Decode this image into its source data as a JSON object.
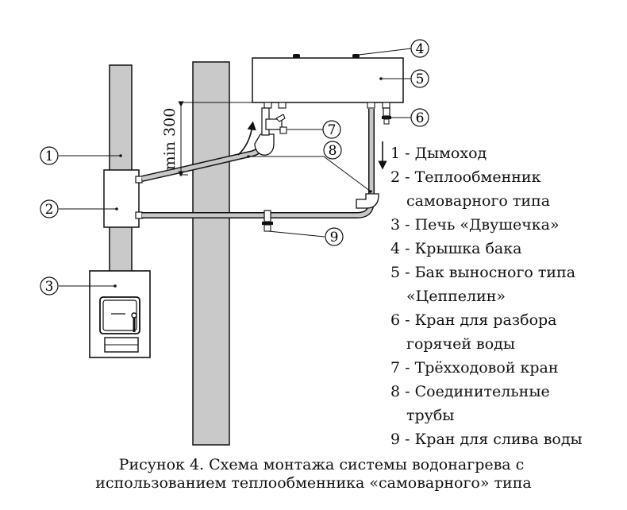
{
  "markers": [
    "1",
    "2",
    "3",
    "4",
    "5",
    "6",
    "7",
    "8",
    "9"
  ],
  "dimension_label": "min 300",
  "legend": [
    {
      "lines": [
        "1 - Дымоход"
      ]
    },
    {
      "lines": [
        "2 - Теплообменник",
        "самоварного типа"
      ]
    },
    {
      "lines": [
        "3 - Печь «Двушечка»"
      ]
    },
    {
      "lines": [
        "4 - Крышка бака"
      ]
    },
    {
      "lines": [
        "5 - Бак выносного типа",
        "«Цеппелин»"
      ]
    },
    {
      "lines": [
        "6 - Кран для разбора",
        "горячей воды"
      ]
    },
    {
      "lines": [
        "7 - Трёхходовой кран"
      ]
    },
    {
      "lines": [
        "8 - Соединительные",
        "трубы"
      ]
    },
    {
      "lines": [
        "9 - Кран для слива воды"
      ]
    }
  ],
  "caption": {
    "line1": "Рисунок 4. Схема монтажа системы водонагрева с",
    "line2": "использованием теплообменника «самоварного» типа"
  }
}
